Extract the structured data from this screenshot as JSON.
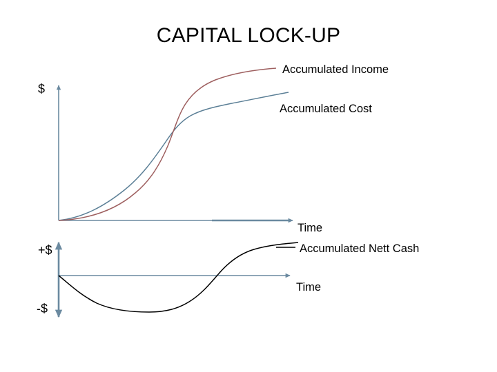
{
  "slide": {
    "title": "CAPITAL LOCK-UP",
    "background": "#ffffff"
  },
  "colors": {
    "income_line": "#9e5f5f",
    "cost_line": "#5b7f96",
    "axis": "#6b8aa0",
    "nett_line": "#000000",
    "text": "#000000"
  },
  "upper_chart": {
    "y_axis_label": "$",
    "x_axis_label": "Time",
    "series_labels": {
      "income": "Accumulated Income",
      "cost": "Accumulated Cost"
    }
  },
  "lower_chart": {
    "y_axis_label_positive": "+$",
    "y_axis_label_negative": "-$",
    "x_axis_label": "Time",
    "series_label": "Accumulated Nett Cash"
  },
  "chart_data": [
    {
      "type": "line",
      "title": "CAPITAL LOCK-UP",
      "xlabel": "Time",
      "ylabel": "$",
      "grid": false,
      "legend": "right",
      "x": [
        0,
        10,
        20,
        30,
        40,
        50,
        60,
        70,
        80,
        90,
        100
      ],
      "series": [
        {
          "name": "Accumulated Cost",
          "color": "#5b7f96",
          "values": [
            0,
            4,
            11,
            22,
            38,
            55,
            66,
            72,
            76,
            79,
            81
          ]
        },
        {
          "name": "Accumulated Income",
          "color": "#9e5f5f",
          "values": [
            0,
            2,
            6,
            14,
            30,
            58,
            78,
            88,
            93,
            96,
            98
          ]
        }
      ],
      "ylim": [
        0,
        100
      ],
      "xlim": [
        0,
        100
      ]
    },
    {
      "type": "line",
      "xlabel": "Time",
      "ylabel": "+$ / -$",
      "grid": false,
      "legend": "right",
      "x": [
        0,
        10,
        20,
        30,
        40,
        50,
        60,
        70,
        80,
        90,
        100
      ],
      "series": [
        {
          "name": "Accumulated Nett Cash",
          "color": "#000000",
          "values": [
            0,
            -38,
            -62,
            -70,
            -69,
            -52,
            -20,
            16,
            38,
            50,
            56
          ]
        }
      ],
      "ylim": [
        -100,
        70
      ],
      "xlim": [
        0,
        100
      ]
    }
  ]
}
